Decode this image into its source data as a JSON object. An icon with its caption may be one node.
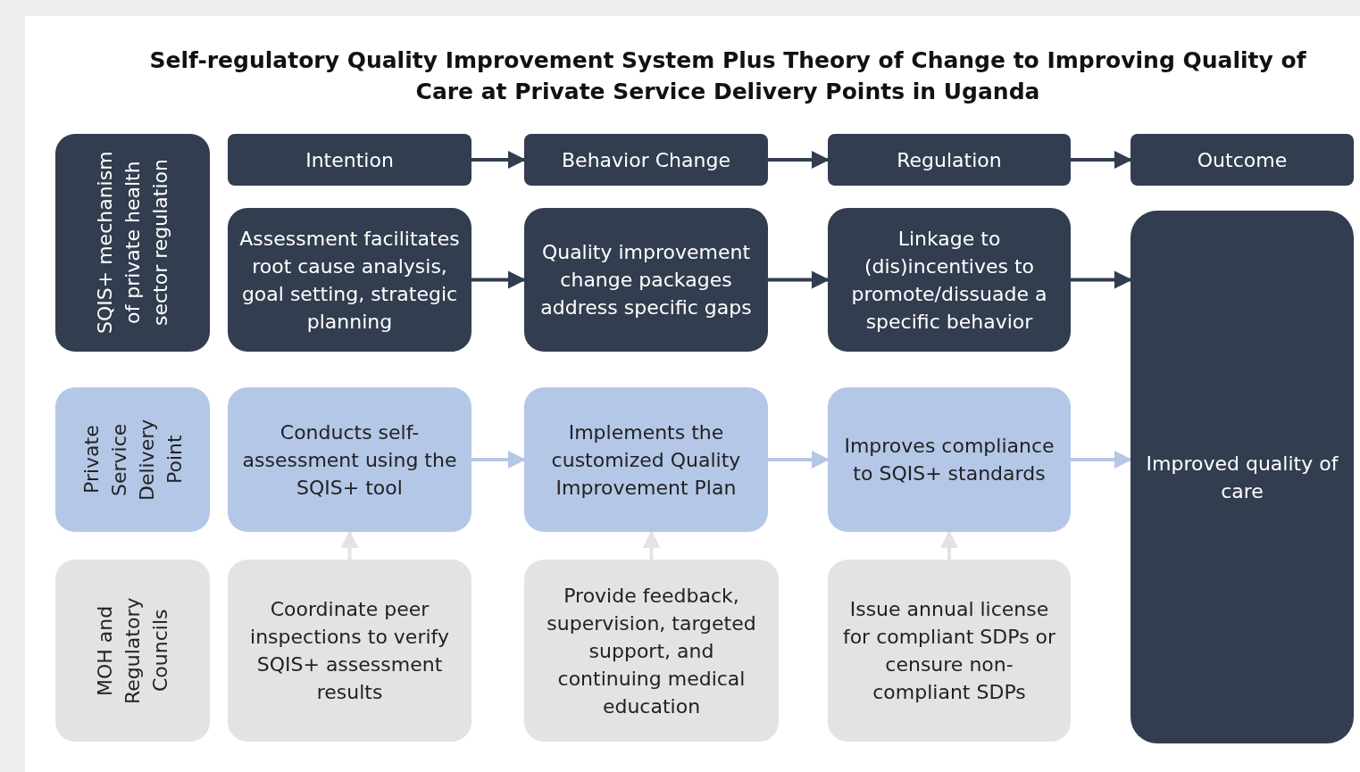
{
  "diagram": {
    "title": "Self-regulatory Quality Improvement System Plus Theory of Change to Improving Quality of Care at Private Service Delivery Points in Uganda",
    "nodes": [
      {
        "text": [
          "SQIS+ mechanism of private health sector regulation"
        ]
      },
      {
        "text": [
          "Intention"
        ]
      },
      {
        "text": [
          "Behavior Change"
        ]
      },
      {
        "text": [
          "Regulation"
        ]
      },
      {
        "text": [
          "Outcome"
        ]
      },
      {
        "text": [
          "Assessment facilitates root cause analysis, goal setting, strategic planning"
        ]
      },
      {
        "text": [
          "Quality improvement change packages address specific gaps"
        ]
      },
      {
        "text": [
          "Linkage to (dis)incentives to promote/dissuade a specific behavior"
        ]
      },
      {
        "text": [
          "Private Service Delivery Point"
        ]
      },
      {
        "text": [
          "Conducts self-assessment using the SQIS+ tool"
        ]
      },
      {
        "text": [
          "Implements the customized Quality Improvement Plan"
        ]
      },
      {
        "text": [
          "Improves compliance to SQIS+ standards"
        ]
      },
      {
        "text": [
          "Improved quality of care"
        ]
      },
      {
        "text": [
          "MOH and Regulatory Councils"
        ]
      },
      {
        "text": [
          "Coordinate peer inspections to verify SQIS+ assessment results"
        ]
      },
      {
        "text": [
          "Provide feedback, supervision, targeted support, and continuing medical education"
        ]
      },
      {
        "text": [
          "Issue annual license for compliant SDPs or censure non-compliant SDPs"
        ]
      }
    ],
    "edges": [
      {
        "from": 1,
        "to": 2,
        "arrow": "to"
      },
      {
        "from": 2,
        "to": 3,
        "arrow": "to"
      },
      {
        "from": 3,
        "to": 4,
        "arrow": "to"
      },
      {
        "from": 5,
        "to": 6,
        "arrow": "to"
      },
      {
        "from": 6,
        "to": 7,
        "arrow": "to"
      },
      {
        "from": 7,
        "to": 12,
        "arrow": "to"
      },
      {
        "from": 9,
        "to": 10,
        "arrow": "to",
        "color": "#b4c7e7"
      },
      {
        "from": 10,
        "to": 11,
        "arrow": "to",
        "color": "#b4c7e7"
      },
      {
        "from": 11,
        "to": 12,
        "arrow": "to",
        "color": "#b4c7e7"
      },
      {
        "from": 14,
        "to": 9,
        "arrow": "to",
        "color": "#e3e3e3"
      },
      {
        "from": 15,
        "to": 10,
        "arrow": "to",
        "color": "#e3e3e3"
      },
      {
        "from": 16,
        "to": 11,
        "arrow": "to",
        "color": "#e3e3e3"
      }
    ]
  }
}
